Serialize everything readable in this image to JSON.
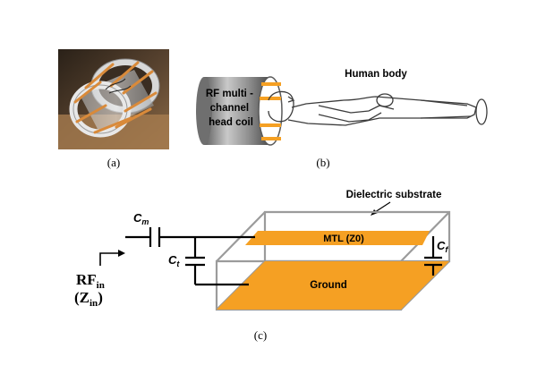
{
  "panel_a": {
    "caption": "(a)"
  },
  "panel_b": {
    "caption": "(b)",
    "coil_label_lines": [
      "RF multi -",
      "channel",
      "head coil"
    ],
    "body_label": "Human body"
  },
  "panel_c": {
    "caption": "(c)",
    "substrate_label": "Dielectric substrate",
    "mtl_label": "MTL  (Z0)",
    "ground_label": "Ground",
    "cm": {
      "main": "C",
      "sub": "m"
    },
    "ct": {
      "main": "C",
      "sub": "t"
    },
    "cf": {
      "main": "C",
      "sub": "f"
    },
    "rf_in": {
      "main": "RF",
      "sub": "in"
    },
    "z_in": {
      "open": "(Z",
      "sub": "in",
      "close": ")"
    }
  },
  "colors": {
    "copper": "#f5a023",
    "coil_gray": "#9a9a9a",
    "box_gray": "#9b9b9b",
    "line": "#000000"
  }
}
